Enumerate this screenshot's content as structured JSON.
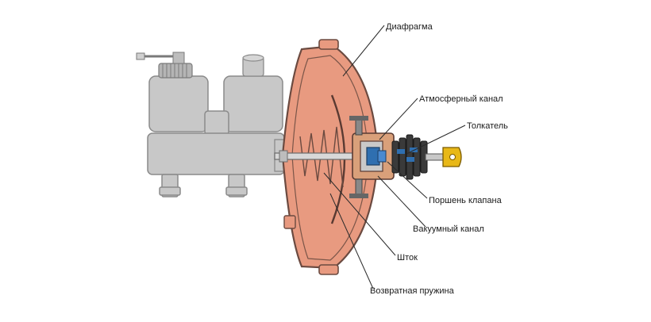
{
  "labels": {
    "diaphragm": "Диафрагма",
    "atmospheric_channel": "Атмосферный канал",
    "pusher": "Толкатель",
    "valve_piston": "Поршень клапана",
    "vacuum_channel": "Вакуумный канал",
    "rod": "Шток",
    "return_spring": "Возвратная пружина"
  },
  "colors": {
    "housing": "#e89a80",
    "housing_stroke": "#6b4a40",
    "master_cylinder": "#c8c8c8",
    "master_cylinder_stroke": "#8a8a8a",
    "valve_blue": "#2f6fb0",
    "pusher_yellow": "#e8b818",
    "leader": "#2a2a2a"
  }
}
